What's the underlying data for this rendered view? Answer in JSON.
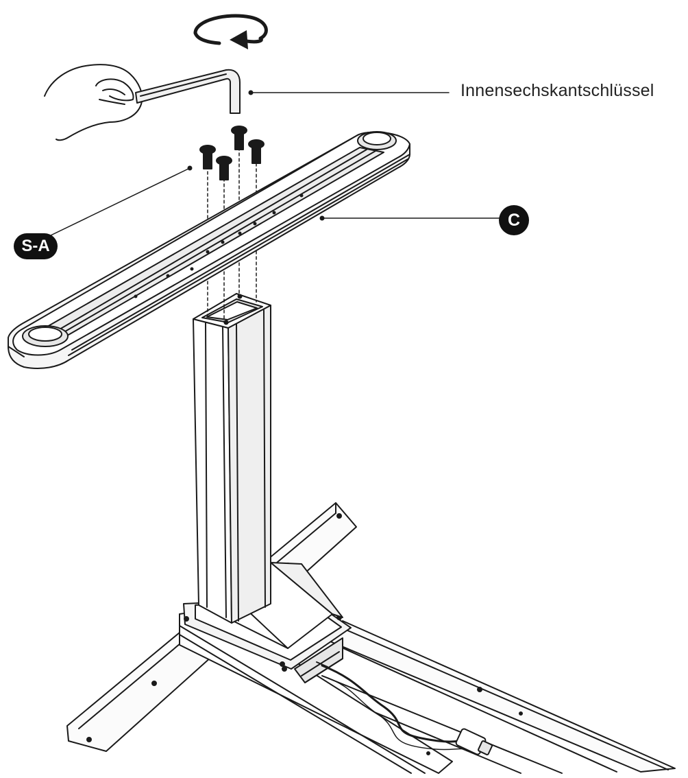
{
  "labels": {
    "allen_key": "Innensechskantschlüssel",
    "screws": "S-A",
    "top_bracket": "C"
  },
  "colors": {
    "line": "#1a1a1a",
    "fill_light": "#f7f7f7",
    "fill_mid": "#e6e6e6",
    "badge": "#111111"
  },
  "icons": [
    "rotation-arrow-icon",
    "hand-icon",
    "allen-key-icon",
    "screw-icon"
  ]
}
